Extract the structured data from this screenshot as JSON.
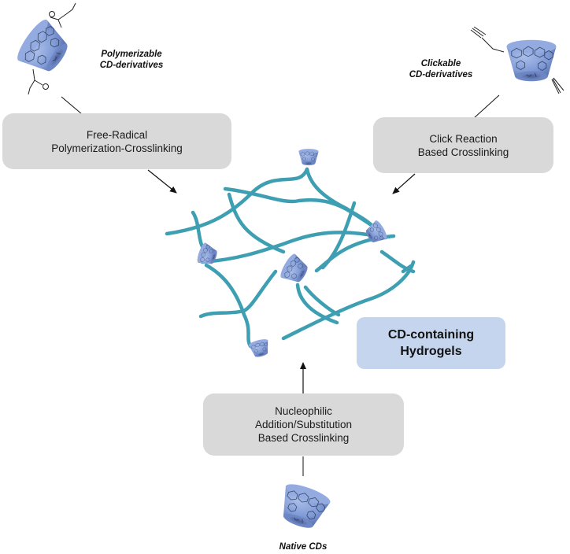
{
  "diagram": {
    "title": "CD-containing Hydrogels crosslinking routes",
    "colors": {
      "method_box": "#d9d9d9",
      "product_box": "#c5d5ee",
      "cyclodextrin": "#7f9ad6",
      "polymer_strand": "#3e9fb2",
      "arrow": "#111111"
    },
    "product": {
      "lines": [
        "CD-containing",
        "Hydrogels"
      ]
    },
    "methods": [
      {
        "id": "free-radical",
        "lines": [
          "Free-Radical",
          "Polymerization-Crosslinking"
        ],
        "precursor_label": [
          "Polymerizable",
          "CD-derivatives"
        ],
        "precursor_icon": "acrylated-cyclodextrin-icon"
      },
      {
        "id": "click",
        "lines": [
          "Click Reaction",
          "Based Crosslinking"
        ],
        "precursor_label": [
          "Clickable",
          "CD-derivatives"
        ],
        "precursor_icon": "alkyne-cyclodextrin-icon"
      },
      {
        "id": "nucleophilic",
        "lines": [
          "Nucleophilic",
          "Addition/Substitution",
          "Based Crosslinking"
        ],
        "precursor_label": [
          "Native CDs"
        ],
        "precursor_icon": "native-cyclodextrin-icon"
      }
    ],
    "network": {
      "icon": "hydrogel-network-icon",
      "crosslink_nodes": 6
    }
  }
}
